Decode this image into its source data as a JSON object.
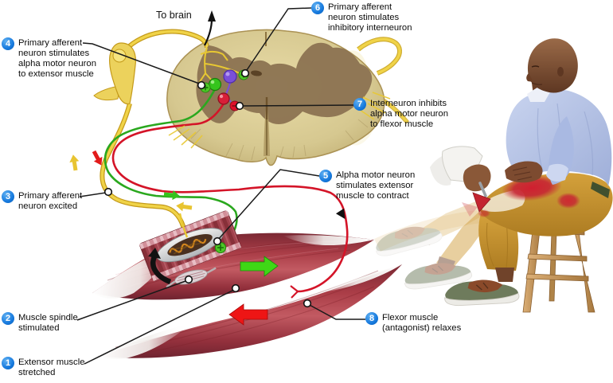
{
  "to_brain_label": "To brain",
  "steps": [
    {
      "num": "1",
      "text": "Extensor muscle\nstretched"
    },
    {
      "num": "2",
      "text": "Muscle spindle\nstimulated"
    },
    {
      "num": "3",
      "text": "Primary afferent\nneuron excited"
    },
    {
      "num": "4",
      "text": "Primary afferent\nneuron stimulates\nalpha motor neuron\nto extensor muscle"
    },
    {
      "num": "5",
      "text": "Alpha motor neuron\nstimulates extensor\nmuscle to contract"
    },
    {
      "num": "6",
      "text": "Primary afferent\nneuron stimulates\ninhibitory interneuron"
    },
    {
      "num": "7",
      "text": "Interneuron inhibits\nalpha motor neuron\nto flexor muscle"
    },
    {
      "num": "8",
      "text": "Flexor muscle\n(antagonist) relaxes"
    }
  ],
  "colors": {
    "badge_blue": "#1478dd",
    "sensory_fiber_yellow": "#f0d348",
    "extensor_motor_fiber_green": "#2aa81e",
    "flexor_motor_fiber_red": "#d41428",
    "muscle_red": "#a83a44",
    "spinal_cord_tan": "#d6c792",
    "gray_matter_brown": "#8c7452",
    "contract_arrow_green": "#3fd816",
    "relax_arrow_red": "#ee1515"
  }
}
